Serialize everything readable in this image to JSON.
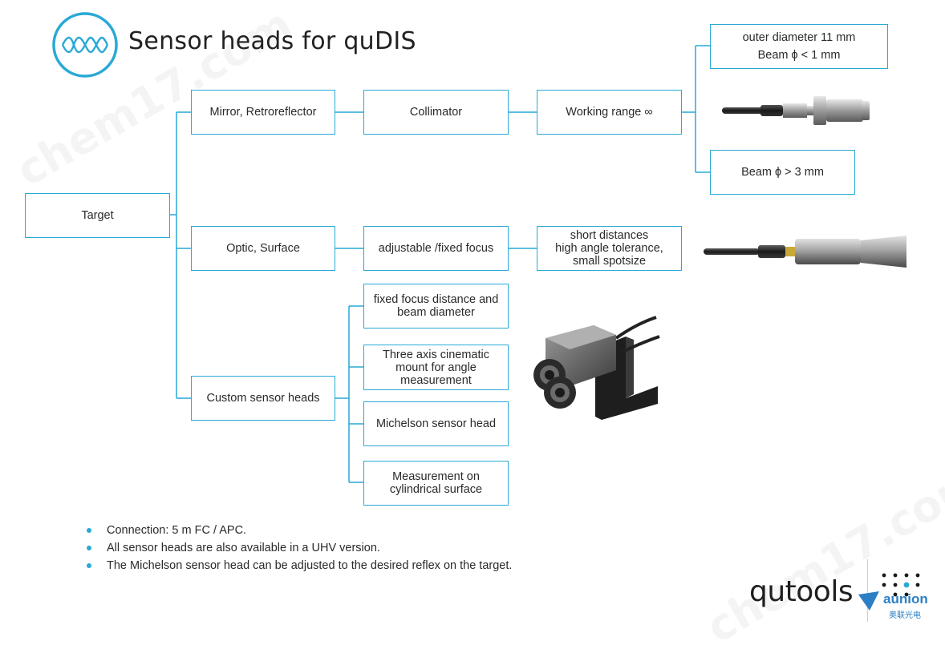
{
  "title": "Sensor heads for quDIS",
  "watermark": "chem17.com",
  "nodes": {
    "target": "Target",
    "mirror": "Mirror, Retroreflector",
    "collimator": "Collimator",
    "working_range": "Working range ∞",
    "outer_diameter": [
      "outer diameter 11 mm",
      "Beam ϕ < 1 mm"
    ],
    "beam_large": "Beam ϕ > 3 mm",
    "optic": "Optic, Surface",
    "focus": "adjustable /fixed focus",
    "short_distances": [
      "short distances",
      "high angle tolerance,",
      "small spotsize"
    ],
    "custom": "Custom sensor heads",
    "fixed_focus": [
      "fixed focus distance and",
      "beam diameter"
    ],
    "three_axis": [
      "Three axis cinematic",
      "mount for angle",
      "measurement"
    ],
    "michelson": "Michelson sensor head",
    "cylindrical": [
      "Measurement on",
      "cylindrical surface"
    ]
  },
  "bullets": [
    "Connection: 5 m FC / APC.",
    "All sensor heads are also available in a UHV version.",
    "The Michelson sensor head can be adjusted to the desired reflex on the target."
  ],
  "logo": {
    "brand": "qutools",
    "partner": "aunion",
    "partner_sub": "奥联光电"
  },
  "colors": {
    "accent": "#29a9d6",
    "text": "#2a2a2a"
  }
}
